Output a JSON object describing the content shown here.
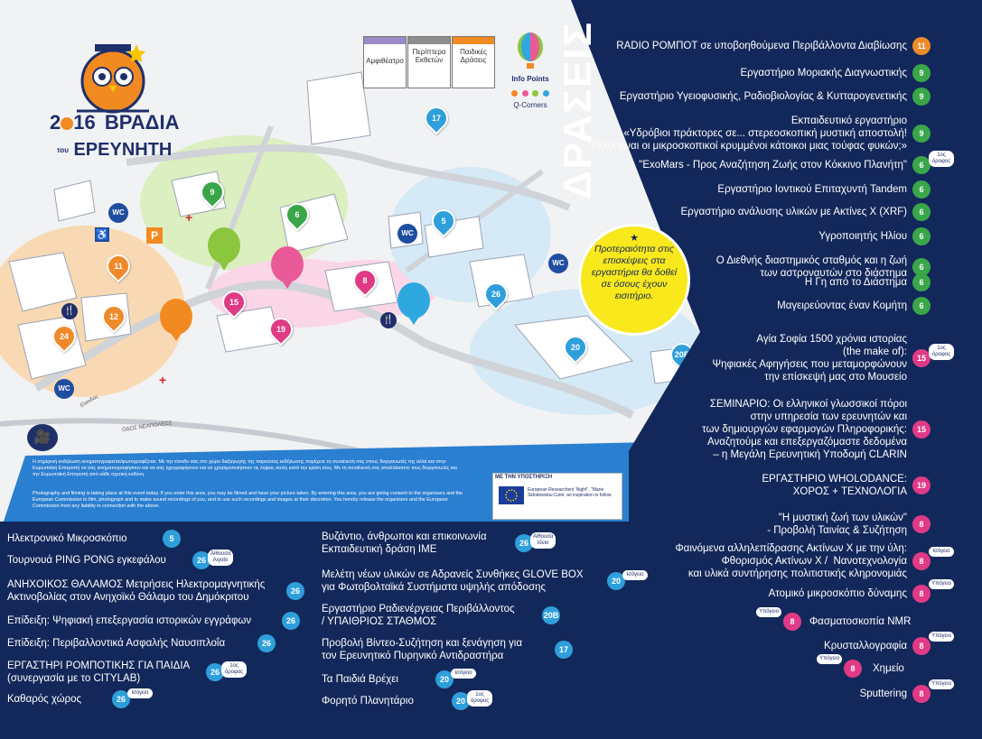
{
  "event": {
    "year_part1": "2",
    "year_part2": "16",
    "title_main": "ΒΡΑΔΙΑ",
    "title_sub_small": "του",
    "title_sub": "ΕΡΕΥΝΗΤΗ"
  },
  "legend": {
    "amphitheater": "Αμφιθέατρο",
    "exhibitions": "Περίπτερα Εκθετών",
    "kids": "Παιδικές Δράσεις",
    "info_points": "Info Points",
    "q_corners": "Q-Corners"
  },
  "panel": {
    "heading": "ΔΡΑΣΕΙΣ",
    "priority_note": "Προτεραιότητα στις επισκέψεις στα εργαστήρια θα δοθεί σε όσους έχουν εισιτήριο."
  },
  "map": {
    "wc_label": "WC",
    "parking_label": "P",
    "street_label": "ΟΔΟΣ ΝΕΑΠΟΛΕΩΣ",
    "entrance_label": "Είσοδος",
    "locations": [
      {
        "num": "17",
        "color": "#2e9fdb"
      },
      {
        "num": "9",
        "color": "#3aa64a"
      },
      {
        "num": "6",
        "color": "#3aa64a"
      },
      {
        "num": "5",
        "color": "#2e9fdb"
      },
      {
        "num": "11",
        "color": "#ef8a2a"
      },
      {
        "num": "12",
        "color": "#ef8a2a"
      },
      {
        "num": "24",
        "color": "#ef8a2a"
      },
      {
        "num": "15",
        "color": "#e03a86"
      },
      {
        "num": "19",
        "color": "#e03a86"
      },
      {
        "num": "8",
        "color": "#e03a86"
      },
      {
        "num": "26",
        "color": "#2e9fdb"
      },
      {
        "num": "20",
        "color": "#2e9fdb"
      },
      {
        "num": "20B",
        "color": "#2e9fdb"
      }
    ]
  },
  "notice": {
    "greek": "Η σημερινή εκδήλωση κινηματογραφείται/φωτογραφίζεται. Με την είσοδο σας στο χώρο διεξαγωγής της παρούσας εκδήλωσης παρέχετε τη συναίνεσή σας στους διοργανωτές της αλλά και στην Ευρωπαϊκή Επιτροπή να σας κινηματογραφήσουν και να σας ηχογραφήσουν και να χρησιμοποιήσουν τις λήψεις αυτές κατά την κρίση τους. Με τη συναίνεσή σας απαλλάσσετε τους διοργανωτές και την Ευρωπαϊκή Επιτροπή από κάθε σχετική ευθύνη.",
    "english": "Photography and filming is taking place at this event today. If you enter this area, you may be filmed and have your picture taken. By entering this area, you are giving consent to the organisers and the European Commission to film, photograph and to make sound recordings of you, and to use such recordings and images at their discretion. You hereby release the organisers and the European Commission from any liability in connection with the above.",
    "support_label": "ΜΕ ΤΗΝ ΥΠΟΣΤΗΡΙΞΗ",
    "eu_text": "European Researchers' Night\", \"Marie Skłodowska-Curie: an inspiration to follow"
  },
  "activities_right": [
    {
      "text": "RADIO ΡΟΜΠΟΤ σε υποβοηθούμενα Περιβάλλοντα Διαβίωσης",
      "num": "11",
      "color": "orange"
    },
    {
      "text": "Εργαστήριο Μοριακής Διαγνωστικής",
      "num": "9",
      "color": "green"
    },
    {
      "text": "Εργαστήριο Υγειοφυσικής, Ραδιοβιολογίας & Κυτταρογενετικής",
      "num": "9",
      "color": "green"
    },
    {
      "text": "Εκπαιδευτικό εργαστήριο\n«Υδρόβιοι πράκτορες σε... στερεοσκοπική μυστική αποστολή!\nΠοιοι είναι οι μικροσκοπικοί κρυμμένοι κάτοικοι μιας τούφας φυκών;»",
      "num": "9",
      "color": "green"
    },
    {
      "text": "\"ExoMars - Προς Αναζήτηση Ζωής στον Κόκκινο Πλανήτη\"",
      "num": "6",
      "color": "green",
      "tag": "1ος όροφος"
    },
    {
      "text": "Εργαστήριο Ιοντικού Επιταχυντή Tandem",
      "num": "6",
      "color": "green"
    },
    {
      "text": "Εργαστήριο ανάλυσης υλικών με Ακτίνες Χ (XRF)",
      "num": "6",
      "color": "green"
    },
    {
      "text": "Υγροποιητής Ηλίου",
      "num": "6",
      "color": "green"
    },
    {
      "text": "Ο Διεθνής διαστημικός σταθμός και η ζωή\nτων αστροναυτών στο διάστημα",
      "num": "6",
      "color": "green"
    },
    {
      "text": "Η Γη από το Διάστημα",
      "num": "6",
      "color": "green"
    },
    {
      "text": "Μαγειρεύοντας έναν Κομήτη",
      "num": "6",
      "color": "green"
    },
    {
      "text": "Αγία Σοφία 1500 χρόνια ιστορίας\n(the make of):\nΨηφιακές Αφηγήσεις που μεταμορφώνουν\nτην επίσκεψή μας στο Μουσείο",
      "num": "15",
      "color": "pink",
      "tag": "1ος όροφος"
    },
    {
      "text": "ΣΕΜΙΝΑΡΙΟ: Οι ελληνικοί γλωσσικοί πόροι\nστην υπηρεσία των ερευνητών και\nτων δημιουργών εφαρμογών Πληροφορικής:\nΑναζητούμε και επεξεργαζόμαστε δεδομένα\n– η Μεγάλη Ερευνητική Υποδομή CLARIN",
      "num": "15",
      "color": "pink"
    },
    {
      "text": "ΕΡΓΑΣΤΗΡΙΟ WHOLODANCE:\nΧΟΡΟΣ + ΤΕΧΝΟΛΟΓΙΑ",
      "num": "19",
      "color": "pink"
    },
    {
      "text": "\"Η μυστική ζωή των υλικών\"\n- Προβολή Ταινίας & Συζήτηση",
      "num": "8",
      "color": "pink"
    },
    {
      "text": "Φαινόμενα αλληλεπίδρασης Ακτίνων Χ με την ύλη:\nΦθορισμός Ακτίνων Χ /  Νανοτεχνολογία\nκαι υλικά συντήρησης πολιτιστικής κληρονομιάς",
      "num": "8",
      "color": "pink",
      "tag": "Ισόγειο"
    },
    {
      "text": "Ατομικό μικροσκόπιο δύναμης",
      "num": "8",
      "color": "pink",
      "tag": "Υπόγειο"
    },
    {
      "text": "Φασματοσκοπία NMR",
      "num": "8",
      "color": "pink",
      "tag": "Υπόγειο"
    },
    {
      "text": "Κρυσταλλογραφία",
      "num": "8",
      "color": "pink",
      "tag": "Υπόγειο"
    },
    {
      "text": "Χημείο",
      "num": "8",
      "color": "pink",
      "tag": "Υπόγειο"
    },
    {
      "text": "Sputtering",
      "num": "8",
      "color": "pink",
      "tag": "Υπόγειο"
    }
  ],
  "activities_bottom_left": [
    {
      "text": "Ηλεκτρονικό Μικροσκόπιο",
      "num": "5"
    },
    {
      "text": "Τουρνουά PING PONG εγκεφάλου",
      "num": "26",
      "tag": "Αίθουσα Αιγαίο"
    },
    {
      "text": "ΑΝΗΧΟΙΚΟΣ ΘΑΛΑΜΟΣ Μετρήσεις Ηλεκτρομαγνητικής\nΑκτινοβολίας στον Ανηχοϊκό Θάλαμο του Δημόκριτου",
      "num": "26"
    },
    {
      "text": "Επίδειξη: Ψηφιακή επεξεργασία ιστορικών εγγράφων",
      "num": "26"
    },
    {
      "text": "Επίδειξη: Περιβαλλοντικά Ασφαλής Ναυσιπλοΐα",
      "num": "26"
    },
    {
      "text": "ΕΡΓΑΣΤΗΡΙ ΡΟΜΠΟΤΙΚΗΣ ΓΙΑ ΠΑΙΔΙΑ\n(συνεργασία με το CITYLAB)",
      "num": "26",
      "tag": "1ος όροφος"
    },
    {
      "text": "Καθαρός χώρος",
      "num": "26",
      "tag": "Ισόγειο"
    }
  ],
  "activities_bottom_middle": [
    {
      "text": "Βυζάντιο, άνθρωποι και επικοινωνία\nΕκπαιδευτική δράση ΙΜΕ",
      "num": "26",
      "tag": "Αίθουσα Ιόνιο"
    },
    {
      "text": "Μελέτη νέων υλικών σε Αδρανείς Συνθήκες GLOVE BOX\nγια Φωτοβολταϊκά Συστήματα υψηλής απόδοσης",
      "num": "20",
      "tag": "Ισόγειο"
    },
    {
      "text": "Εργαστήριο Ραδιενέργειας Περιβάλλοντος\n/ ΥΠΑΙΘΡΙΟΣ ΣΤΑΘΜΟΣ",
      "num": "20B"
    },
    {
      "text": "Προβολή Βίντεο-Συζήτηση και ξενάγηση για\nτον Ερευνητικό Πυρηνικό Αντιδραστήρα",
      "num": "17"
    },
    {
      "text": "Τα Παιδιά Βρέχει",
      "num": "20",
      "tag": "Ισόγειο"
    },
    {
      "text": "Φορητό Πλανητάριο",
      "num": "20",
      "tag": "1ος όροφος"
    }
  ]
}
